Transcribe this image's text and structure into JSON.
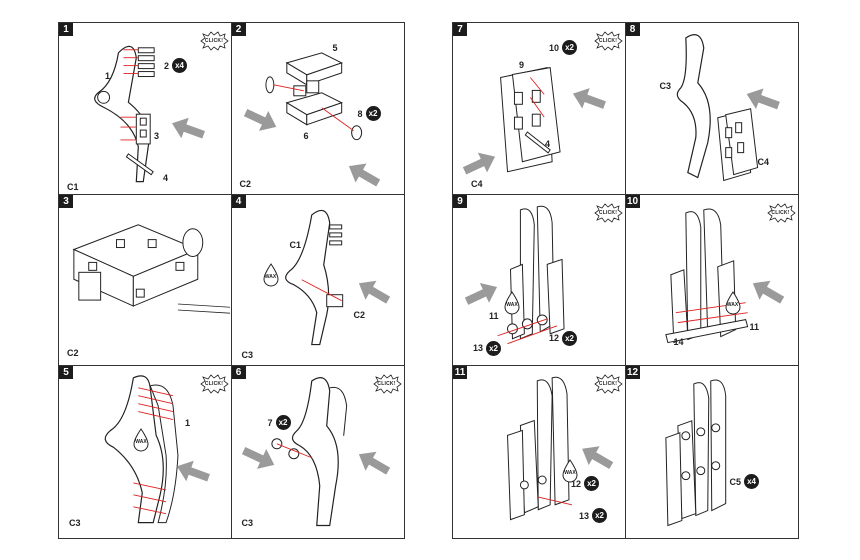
{
  "click_text": "CLICK!",
  "wax_text": "WAX",
  "left_steps": [
    {
      "num": "1",
      "labels": {
        "a": "1",
        "b": "3",
        "c": "4",
        "d": "C1"
      },
      "qty": {
        "num": "2",
        "mult": "x4"
      }
    },
    {
      "num": "2",
      "labels": {
        "a": "5",
        "b": "6",
        "c": "C2"
      },
      "qty": {
        "num": "8",
        "mult": "x2"
      }
    },
    {
      "num": "3",
      "labels": {
        "a": "C2"
      }
    },
    {
      "num": "4",
      "labels": {
        "a": "C1",
        "b": "C2",
        "c": "C3"
      }
    },
    {
      "num": "5",
      "labels": {
        "a": "1",
        "b": "C3"
      }
    },
    {
      "num": "6",
      "labels": {
        "a": "C3"
      },
      "qty": {
        "num": "7",
        "mult": "x2"
      }
    }
  ],
  "right_steps": [
    {
      "num": "7",
      "labels": {
        "a": "9",
        "b": "4",
        "c": "C4"
      },
      "qty": {
        "num": "10",
        "mult": "x2"
      }
    },
    {
      "num": "8",
      "labels": {
        "a": "C3",
        "b": "C4"
      }
    },
    {
      "num": "9",
      "labels": {
        "a": "11"
      },
      "qty": {
        "num": "13",
        "mult": "x2"
      },
      "qty2": {
        "num": "12",
        "mult": "x2"
      }
    },
    {
      "num": "10",
      "labels": {
        "a": "11",
        "b": "14"
      }
    },
    {
      "num": "11",
      "labels": {},
      "qty": {
        "num": "12",
        "mult": "x2"
      },
      "qty2": {
        "num": "13",
        "mult": "x2"
      }
    },
    {
      "num": "12",
      "labels": {},
      "qty": {
        "num": "C5",
        "mult": "x4"
      }
    }
  ]
}
